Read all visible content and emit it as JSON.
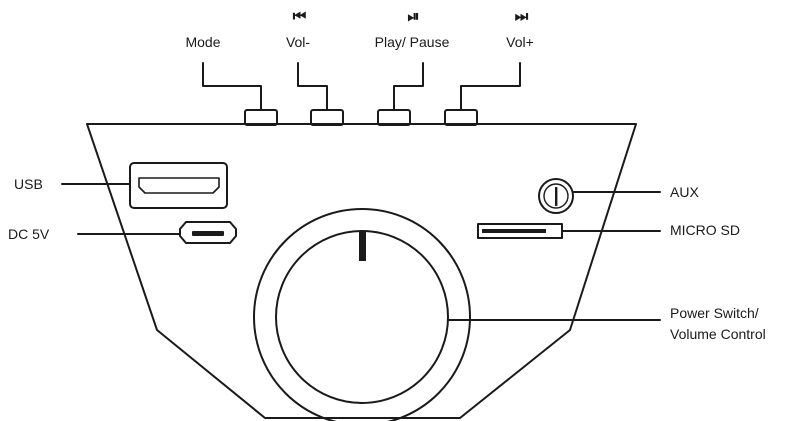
{
  "buttons": {
    "mode": "Mode",
    "vol_down": "Vol-",
    "play_pause": "Play/ Pause",
    "vol_up": "Vol+"
  },
  "icons": {
    "previous": "previous-track-icon",
    "play_pause": "play-pause-icon",
    "next": "next-track-icon"
  },
  "ports": {
    "usb": "USB",
    "dc": "DC 5V",
    "aux": "AUX",
    "micro_sd": "MICRO SD"
  },
  "knob": {
    "line1": "Power Switch/",
    "line2": "Volume Control"
  },
  "colors": {
    "line": "#1a1a1a",
    "background": "#ffffff"
  }
}
